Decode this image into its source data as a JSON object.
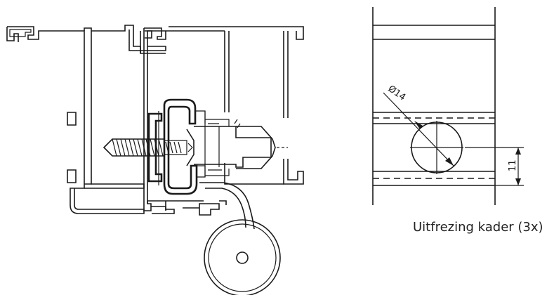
{
  "caption": "Uitfrezing kader (3x)",
  "diameter_label": "Ø14",
  "height_label": "11",
  "colors": {
    "ink": "#1a1a1a",
    "background": "#ffffff"
  }
}
